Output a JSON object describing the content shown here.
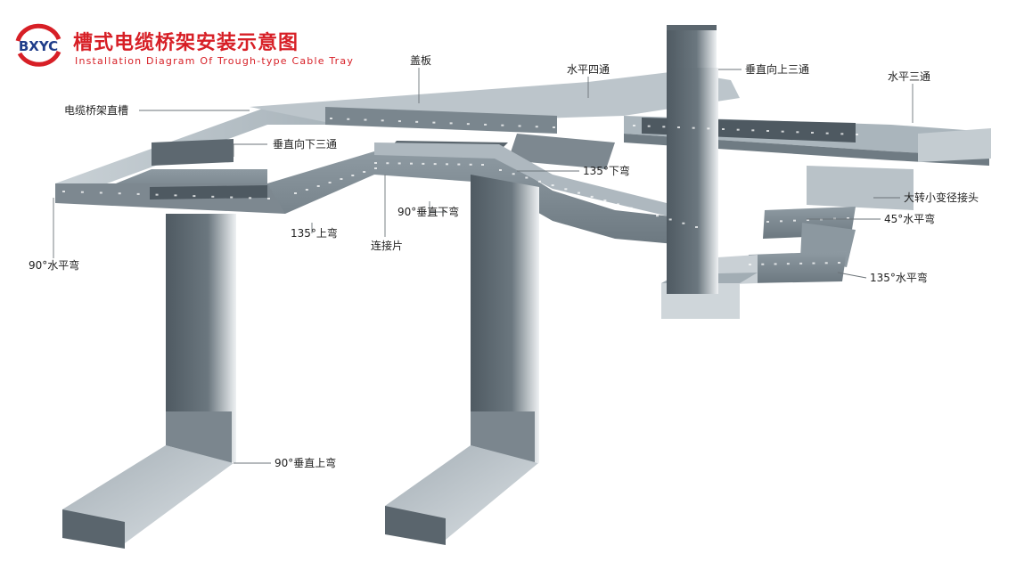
{
  "header": {
    "logo_text": "BXYC",
    "title_zh": "槽式电缆桥架安装示意图",
    "title_en": "Installation Diagram Of Trough-type Cable Tray"
  },
  "colors": {
    "brand_red": "#d71f26",
    "steel_dark": "#5f6a72",
    "steel_mid": "#9aa6ae",
    "steel_light": "#d3dadf",
    "steel_top": "#b6c0c7",
    "leader": "#6b7378",
    "label": "#222222"
  },
  "labels": {
    "cover": "盖板",
    "horizontal_cross": "水平四通",
    "vertical_up_tee": "垂直向上三通",
    "horizontal_tee": "水平三通",
    "straight_trough": "电缆桥架直槽",
    "vertical_down_tee": "垂直向下三通",
    "down_bend_135": "135°下弯",
    "big_small_reducer": "大转小变径接头",
    "vertical_down_bend_90": "90°垂直下弯",
    "horizontal_bend_45": "45°水平弯",
    "up_bend_135": "135°上弯",
    "connector_plate": "连接片",
    "horizontal_bend_90": "90°水平弯",
    "horizontal_bend_135": "135°水平弯",
    "vertical_up_bend_90": "90°垂直上弯"
  }
}
